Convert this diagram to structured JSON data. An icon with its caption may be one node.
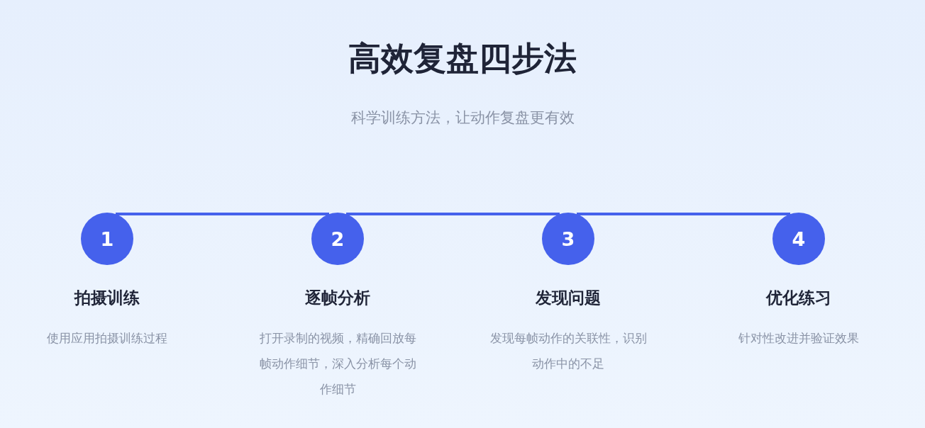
{
  "diagram": {
    "title": "高效复盘四步法",
    "caption": "科学训练方法，让动作复盘更有效",
    "nodes": [
      {
        "text": [
          "1"
        ],
        "beside": [
          "拍摄训练",
          "使用应用拍摄训练过程"
        ]
      },
      {
        "text": [
          "2"
        ],
        "beside": [
          "逐帧分析",
          "打开录制的视频，精确回放每帧动作细节，深入分析每个动作细节"
        ]
      },
      {
        "text": [
          "3"
        ],
        "beside": [
          "发现问题",
          "发现每帧动作的关联性，识别动作中的不足"
        ]
      },
      {
        "text": [
          "4"
        ],
        "beside": [
          "优化练习",
          "针对性改进并验证效果"
        ]
      }
    ],
    "edges": [
      {
        "from": 0,
        "to": 1,
        "arrow": "none"
      },
      {
        "from": 1,
        "to": 2,
        "arrow": "none"
      },
      {
        "from": 2,
        "to": 3,
        "arrow": "none"
      }
    ]
  }
}
